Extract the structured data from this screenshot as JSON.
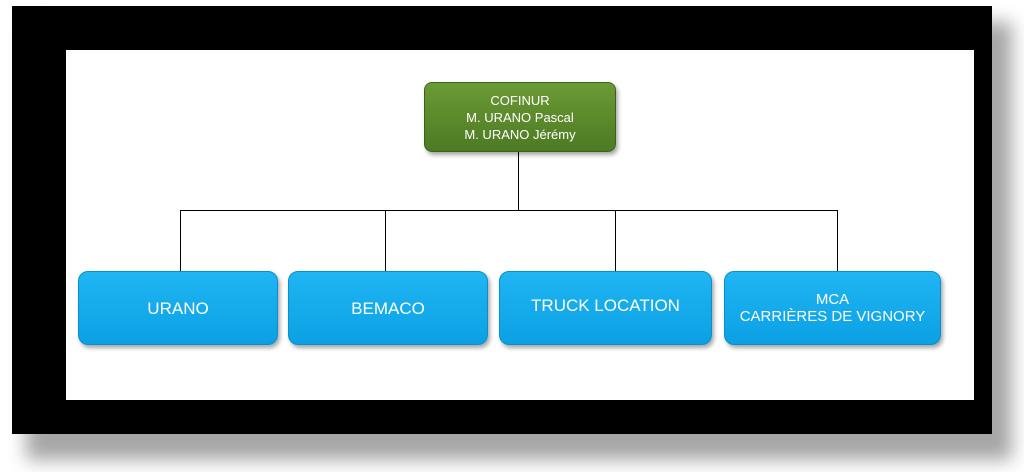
{
  "org_chart": {
    "root": {
      "lines": [
        "COFINUR",
        "M. URANO Pascal",
        "M. URANO Jérémy"
      ]
    },
    "children": [
      {
        "lines": [
          "URANO"
        ]
      },
      {
        "lines": [
          "BEMACO"
        ]
      },
      {
        "lines": [
          "TRUCK LOCATION"
        ]
      },
      {
        "lines": [
          "MCA",
          "CARRIÈRES DE VIGNORY"
        ]
      }
    ]
  },
  "colors": {
    "frame": "#000000",
    "canvas": "#ffffff",
    "root_box": "#5a8a2c",
    "child_box": "#14aaea",
    "text": "#ffffff",
    "connector": "#000000"
  }
}
